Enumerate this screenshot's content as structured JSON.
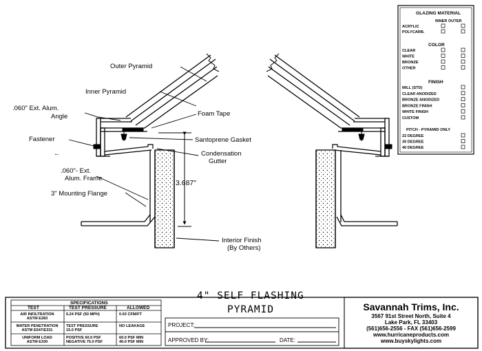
{
  "title": {
    "line1": "4\" SELF FLASHING",
    "line2": "PYRAMID"
  },
  "callouts": {
    "outer_pyramid": "Outer Pyramid",
    "inner_pyramid": "Inner Pyramid",
    "ext_angle_1": ".060\" Ext. Alum.",
    "ext_angle_2": "Angle",
    "foam_tape": "Foam Tape",
    "fastener": "Fastener",
    "santoprene": "Santoprene Gasket",
    "condensation_1": "Condensation",
    "condensation_2": "Gutter",
    "ext_frame_1": ".060\"- Ext.",
    "ext_frame_2": "Alum. Frame",
    "mounting_flange": "3\" Mounting Flange",
    "dimension": "3.687\"",
    "interior_1": "Interior Finish",
    "interior_2": "(By Others)",
    "arrow_mark": "←"
  },
  "options": {
    "glazing_title": "GLAZING MATERIAL",
    "inner_outer": "INNER OUTER",
    "glazing": [
      "ACRYLIC",
      "POLYCARB."
    ],
    "color_title": "COLOR",
    "colors": [
      "CLEAR",
      "WHITE",
      "BRONZE",
      "OTHER"
    ],
    "finish_title": "FINISH",
    "finishes": [
      "MILL (STD)",
      "CLEAR ANODIZED",
      "BRONZE ANODIZED",
      "BRONZE FINISH",
      "WHITE FINISH",
      "CUSTOM"
    ],
    "pitch_title": "PITCH - PYRAMID ONLY",
    "pitches": [
      "22 DEGREE",
      "30 DEGREE",
      "40 DEGREE"
    ]
  },
  "specs": {
    "title": "SPECIFICATIONS",
    "headers": [
      "TEST",
      "TEST PRESSURE",
      "ALLOWED"
    ],
    "rows": [
      {
        "test": [
          "AIR INFILTRATION",
          "ASTM E283"
        ],
        "pressure": [
          "6.24 PSF (50 MPH)"
        ],
        "allowed": [
          "0.03 CFM/FT"
        ]
      },
      {
        "test": [
          "WATER PENETRATION",
          "ASTM E547/E331"
        ],
        "pressure": [
          "TEST PRESSURE",
          "15.0 PSF"
        ],
        "allowed": [
          "NO LEAKAGE"
        ]
      },
      {
        "test": [
          "UNIFORM LOAD",
          "ASTM E330"
        ],
        "pressure": [
          "POSITIVE 60.0 PSF",
          "NEGATIVE 75.0 PSF"
        ],
        "allowed": [
          "60.0 PSF MIN",
          "40.0 PSF MIN"
        ]
      }
    ]
  },
  "project": {
    "project_label": "PROJECT:",
    "approved_label": "APPROVED BY:",
    "date_label": "DATE:"
  },
  "company": {
    "name": "Savannah Trims, Inc.",
    "address1": "3567 91st Street North, Suite 4",
    "address2": "Lake Park, FL  33403",
    "phone": "(561)656-2556 - FAX (561)656-2599",
    "web1": "www.hurricaneproducts.com",
    "web2": "www.buyskylights.com"
  },
  "colors": {
    "ink": "#000000",
    "paper": "#ffffff"
  }
}
